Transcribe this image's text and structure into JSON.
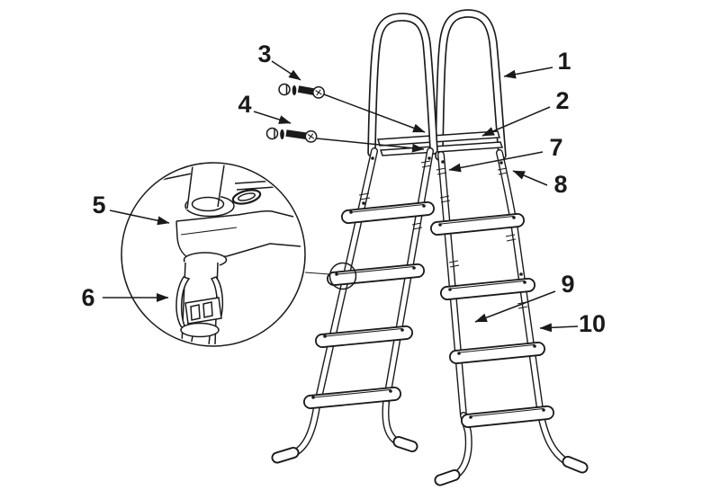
{
  "figure": {
    "description": "Exploded parts line-drawing of an A-frame pool ladder with numbered callouts"
  },
  "colors": {
    "background": "#ffffff",
    "line": "#1a1a1a"
  },
  "diagram": {
    "part_labels": [
      {
        "text": "1"
      },
      {
        "text": "2"
      },
      {
        "text": "3"
      },
      {
        "text": "4"
      },
      {
        "text": "5"
      },
      {
        "text": "6"
      },
      {
        "text": "7"
      },
      {
        "text": "8"
      },
      {
        "text": "9"
      },
      {
        "text": "10"
      }
    ]
  }
}
